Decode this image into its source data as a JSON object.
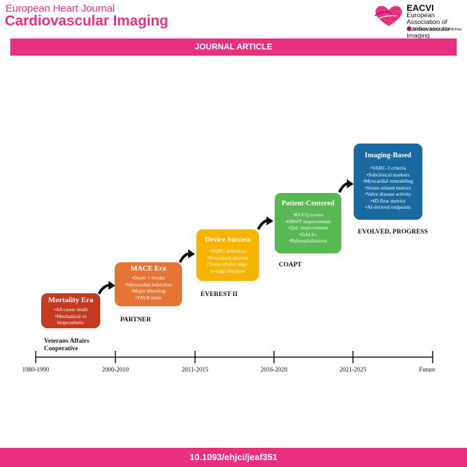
{
  "header": {
    "journal_small": "European Heart Journal",
    "journal_big": "Cardiovascular Imaging",
    "org_abbrev": "EACVI",
    "org_name_line1": "European Association of",
    "org_name_line2": "Cardiovascular Imaging",
    "parent_org": "European Society of Cardiology"
  },
  "banner": {
    "label": "JOURNAL ARTICLE"
  },
  "footer": {
    "doi": "10.1093/ehjci/jeaf351"
  },
  "eras": [
    {
      "title": "Mortality Era",
      "items": [
        "•All-cause death",
        "•Mechanical vs",
        "bioprosthetic"
      ],
      "color": "#c43a22"
    },
    {
      "title": "MACE Era",
      "items": [
        "•Death + Stroke",
        "•Myocardial infarction",
        "•Major Bleeding",
        "•TAVR trials"
      ],
      "color": "#e67434"
    },
    {
      "title": "Device Success",
      "items": [
        "•VARC definition",
        "•Procedural success",
        "•Transcatheter edge-",
        "to-edge therapies"
      ],
      "color": "#f6b400"
    },
    {
      "title": "Patient-Centered",
      "items": [
        "•KCCQ scores",
        "•6MWT improvement",
        "•QoL improvement",
        "•DALYs",
        "•Rehospitalization"
      ],
      "color": "#58b852"
    },
    {
      "title": "Imaging-Based",
      "items": [
        "•VARC-3 criteria",
        "•Subclinical markers",
        "•Myocardial remodeling",
        "•Strain-related metrics",
        "•Valve disease activity",
        "•4D flow metrics",
        "•AI-derived endpoints"
      ],
      "color": "#1a6aa2"
    }
  ],
  "trials": {
    "veterans": [
      "Veterans Affairs",
      "Cooperative"
    ],
    "partner": "PARTNER",
    "everest": "EVEREST II",
    "coapt": "COAPT",
    "evolved": "EVOLVED, PROGRESS"
  },
  "timeline": [
    "1980-1990",
    "2000-2010",
    "2011-2015",
    "2016-2020",
    "2021-2025",
    "Future"
  ]
}
